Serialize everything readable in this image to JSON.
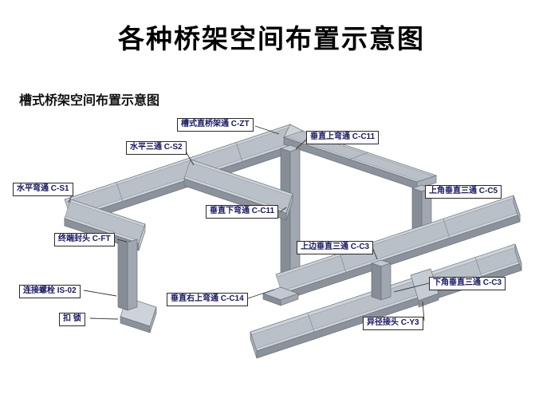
{
  "page": {
    "title": "各种桥架空间布置示意图",
    "subtitle": "槽式桥架空间布置示意图",
    "background": "#ffffff"
  },
  "diagram": {
    "type": "isometric-cable-tray-layout",
    "colors": {
      "tray_top": "#cdd3d9",
      "tray_inner": "#b9c0c7",
      "tray_side": "#8b929b",
      "tray_end": "#a9b0b9",
      "column_dark": "#868d96",
      "column_light": "#a0a7b0",
      "outline": "#6d737b",
      "leader_line": "#333333",
      "label_text": "#171766",
      "label_border": "#2a2a2a"
    },
    "labels": [
      {
        "id": "c-zt",
        "text": "槽式直桥架通 C-ZT"
      },
      {
        "id": "c-s2",
        "text": "水平三通 C-S2"
      },
      {
        "id": "c-c11-up",
        "text": "垂直上弯通 C-C11"
      },
      {
        "id": "c-s1",
        "text": "水平弯通 C-S1"
      },
      {
        "id": "c-c11-down",
        "text": "垂直下弯通 C-C11"
      },
      {
        "id": "c-c5",
        "text": "上角垂直三通 C-C5"
      },
      {
        "id": "c-ft",
        "text": "终端封头 C-FT"
      },
      {
        "id": "c-c3-top",
        "text": "上边垂直三通 C-C3"
      },
      {
        "id": "is-02",
        "text": "连接螺栓 IS-02"
      },
      {
        "id": "c-c14",
        "text": "垂直右上弯通 C-C14"
      },
      {
        "id": "c-c3-bottom",
        "text": "下角垂直三通 C-C3"
      },
      {
        "id": "lock",
        "text": "扣 锁"
      },
      {
        "id": "c-y3",
        "text": "异径接头 C-Y3"
      }
    ]
  }
}
